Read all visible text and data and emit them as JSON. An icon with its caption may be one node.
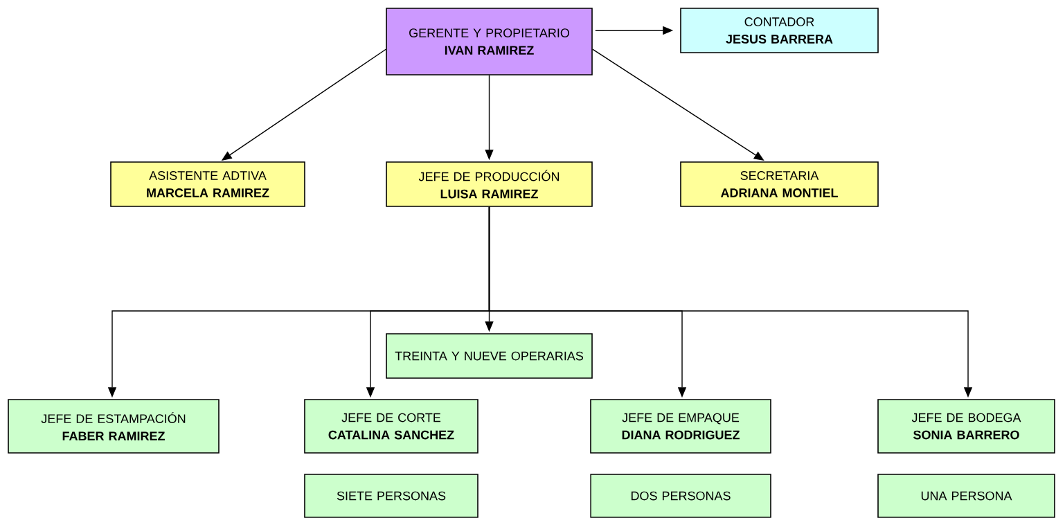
{
  "diagram": {
    "nodes": [
      {
        "text": [
          "GERENTE Y PROPIETARIO",
          "IVAN RAMIREZ"
        ]
      },
      {
        "text": [
          "CONTADOR",
          "JESUS BARRERA"
        ]
      },
      {
        "text": [
          "ASISTENTE ADTIVA",
          "MARCELA RAMIREZ"
        ]
      },
      {
        "text": [
          "JEFE DE PRODUCCIÓN",
          "LUISA RAMIREZ"
        ]
      },
      {
        "text": [
          "SECRETARIA",
          "ADRIANA MONTIEL"
        ]
      },
      {
        "text": [
          "TREINTA Y NUEVE OPERARIAS"
        ]
      },
      {
        "text": [
          "JEFE DE ESTAMPACIÓN",
          "FABER RAMIREZ"
        ]
      },
      {
        "text": [
          "JEFE DE CORTE",
          "CATALINA SANCHEZ"
        ]
      },
      {
        "text": [
          "JEFE DE EMPAQUE",
          "DIANA RODRIGUEZ"
        ]
      },
      {
        "text": [
          "JEFE DE BODEGA",
          "SONIA BARRERO"
        ]
      },
      {
        "text": [
          "SIETE PERSONAS"
        ]
      },
      {
        "text": [
          "DOS PERSONAS"
        ]
      },
      {
        "text": [
          "UNA PERSONA"
        ]
      }
    ],
    "edges": [
      {
        "from": 0,
        "to": 1,
        "arrow": "to"
      },
      {
        "from": 0,
        "to": 2,
        "arrow": "to"
      },
      {
        "from": 0,
        "to": 3,
        "arrow": "to"
      },
      {
        "from": 0,
        "to": 4,
        "arrow": "to"
      },
      {
        "from": 3,
        "to": 5,
        "arrow": "to"
      },
      {
        "from": 3,
        "to": 6,
        "arrow": "to"
      },
      {
        "from": 3,
        "to": 7,
        "arrow": "to"
      },
      {
        "from": 3,
        "to": 8,
        "arrow": "to"
      },
      {
        "from": 3,
        "to": 9,
        "arrow": "to"
      }
    ]
  }
}
